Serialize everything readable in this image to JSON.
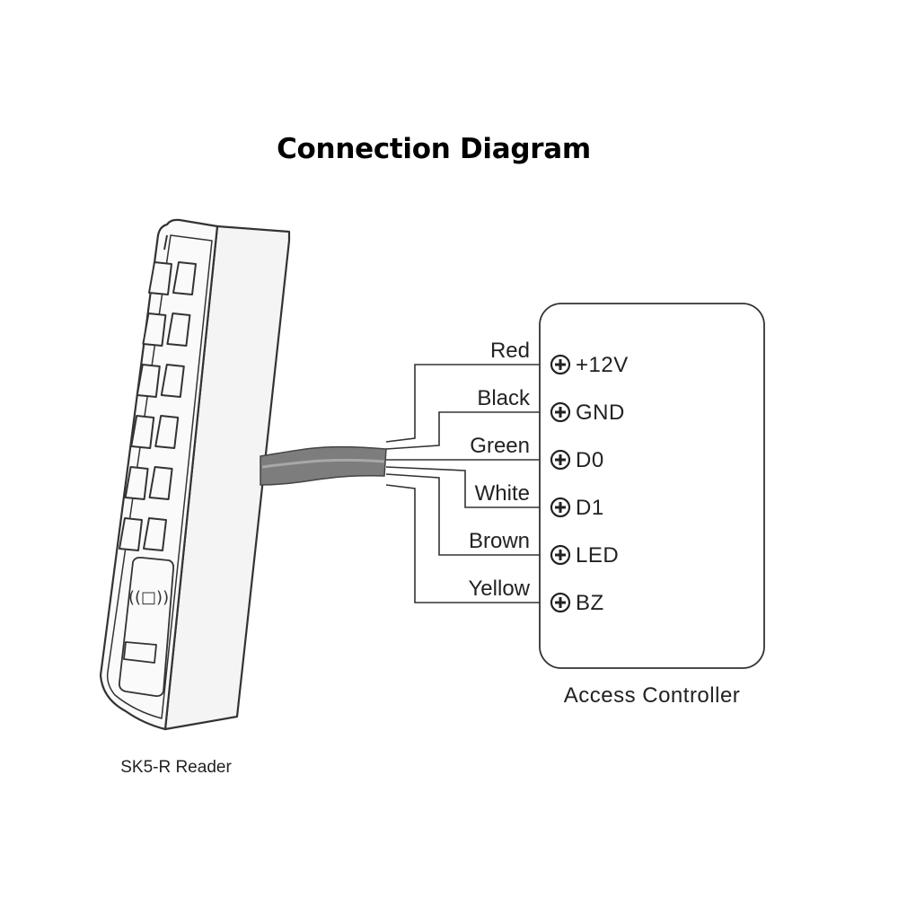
{
  "title": "Connection Diagram",
  "reader": {
    "name": "SK5-R Reader",
    "keys": 12
  },
  "controller": {
    "name": "Access Controller"
  },
  "wires": [
    {
      "color": "Red",
      "terminal": "+12V"
    },
    {
      "color": "Black",
      "terminal": "GND"
    },
    {
      "color": "Green",
      "terminal": "D0"
    },
    {
      "color": "White",
      "terminal": "D1"
    },
    {
      "color": "Brown",
      "terminal": "LED"
    },
    {
      "color": "Yellow",
      "terminal": "BZ"
    }
  ]
}
